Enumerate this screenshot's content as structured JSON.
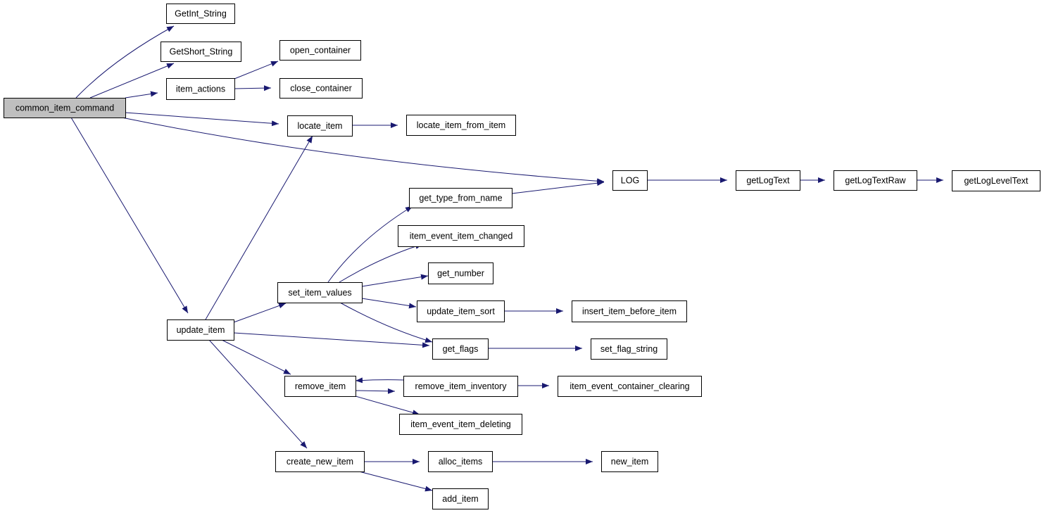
{
  "graph": {
    "edge_color": "#191970",
    "root_fill": "#bfbfbf",
    "nodes": [
      {
        "id": "common_item_command",
        "label": "common_item_command",
        "root": true
      },
      {
        "id": "GetInt_String",
        "label": "GetInt_String"
      },
      {
        "id": "GetShort_String",
        "label": "GetShort_String"
      },
      {
        "id": "item_actions",
        "label": "item_actions"
      },
      {
        "id": "open_container",
        "label": "open_container"
      },
      {
        "id": "close_container",
        "label": "close_container"
      },
      {
        "id": "locate_item",
        "label": "locate_item"
      },
      {
        "id": "locate_item_from_item",
        "label": "locate_item_from_item"
      },
      {
        "id": "LOG",
        "label": "LOG"
      },
      {
        "id": "getLogText",
        "label": "getLogText"
      },
      {
        "id": "getLogTextRaw",
        "label": "getLogTextRaw"
      },
      {
        "id": "getLogLevelText",
        "label": "getLogLevelText"
      },
      {
        "id": "get_type_from_name",
        "label": "get_type_from_name"
      },
      {
        "id": "item_event_item_changed",
        "label": "item_event_item_changed"
      },
      {
        "id": "get_number",
        "label": "get_number"
      },
      {
        "id": "set_item_values",
        "label": "set_item_values"
      },
      {
        "id": "update_item_sort",
        "label": "update_item_sort"
      },
      {
        "id": "insert_item_before_item",
        "label": "insert_item_before_item"
      },
      {
        "id": "update_item",
        "label": "update_item"
      },
      {
        "id": "get_flags",
        "label": "get_flags"
      },
      {
        "id": "set_flag_string",
        "label": "set_flag_string"
      },
      {
        "id": "remove_item",
        "label": "remove_item"
      },
      {
        "id": "remove_item_inventory",
        "label": "remove_item_inventory"
      },
      {
        "id": "item_event_container_clearing",
        "label": "item_event_container_clearing"
      },
      {
        "id": "item_event_item_deleting",
        "label": "item_event_item_deleting"
      },
      {
        "id": "create_new_item",
        "label": "create_new_item"
      },
      {
        "id": "alloc_items",
        "label": "alloc_items"
      },
      {
        "id": "new_item",
        "label": "new_item"
      },
      {
        "id": "add_item",
        "label": "add_item"
      }
    ],
    "edges": [
      {
        "from": "common_item_command",
        "to": "GetInt_String"
      },
      {
        "from": "common_item_command",
        "to": "GetShort_String"
      },
      {
        "from": "common_item_command",
        "to": "item_actions"
      },
      {
        "from": "common_item_command",
        "to": "locate_item"
      },
      {
        "from": "common_item_command",
        "to": "LOG"
      },
      {
        "from": "common_item_command",
        "to": "update_item"
      },
      {
        "from": "item_actions",
        "to": "open_container"
      },
      {
        "from": "item_actions",
        "to": "close_container"
      },
      {
        "from": "locate_item",
        "to": "locate_item_from_item"
      },
      {
        "from": "LOG",
        "to": "getLogText"
      },
      {
        "from": "getLogText",
        "to": "getLogTextRaw"
      },
      {
        "from": "getLogTextRaw",
        "to": "getLogLevelText"
      },
      {
        "from": "get_type_from_name",
        "to": "LOG"
      },
      {
        "from": "update_item",
        "to": "locate_item"
      },
      {
        "from": "update_item",
        "to": "set_item_values"
      },
      {
        "from": "update_item",
        "to": "get_flags"
      },
      {
        "from": "update_item",
        "to": "remove_item"
      },
      {
        "from": "update_item",
        "to": "create_new_item"
      },
      {
        "from": "set_item_values",
        "to": "get_type_from_name"
      },
      {
        "from": "set_item_values",
        "to": "item_event_item_changed"
      },
      {
        "from": "set_item_values",
        "to": "get_number"
      },
      {
        "from": "set_item_values",
        "to": "update_item_sort"
      },
      {
        "from": "set_item_values",
        "to": "get_flags"
      },
      {
        "from": "update_item_sort",
        "to": "insert_item_before_item"
      },
      {
        "from": "get_flags",
        "to": "set_flag_string"
      },
      {
        "from": "remove_item",
        "to": "remove_item_inventory"
      },
      {
        "from": "remove_item",
        "to": "item_event_item_deleting"
      },
      {
        "from": "remove_item_inventory",
        "to": "remove_item"
      },
      {
        "from": "remove_item_inventory",
        "to": "item_event_container_clearing"
      },
      {
        "from": "create_new_item",
        "to": "alloc_items"
      },
      {
        "from": "create_new_item",
        "to": "add_item"
      },
      {
        "from": "alloc_items",
        "to": "new_item"
      }
    ]
  }
}
